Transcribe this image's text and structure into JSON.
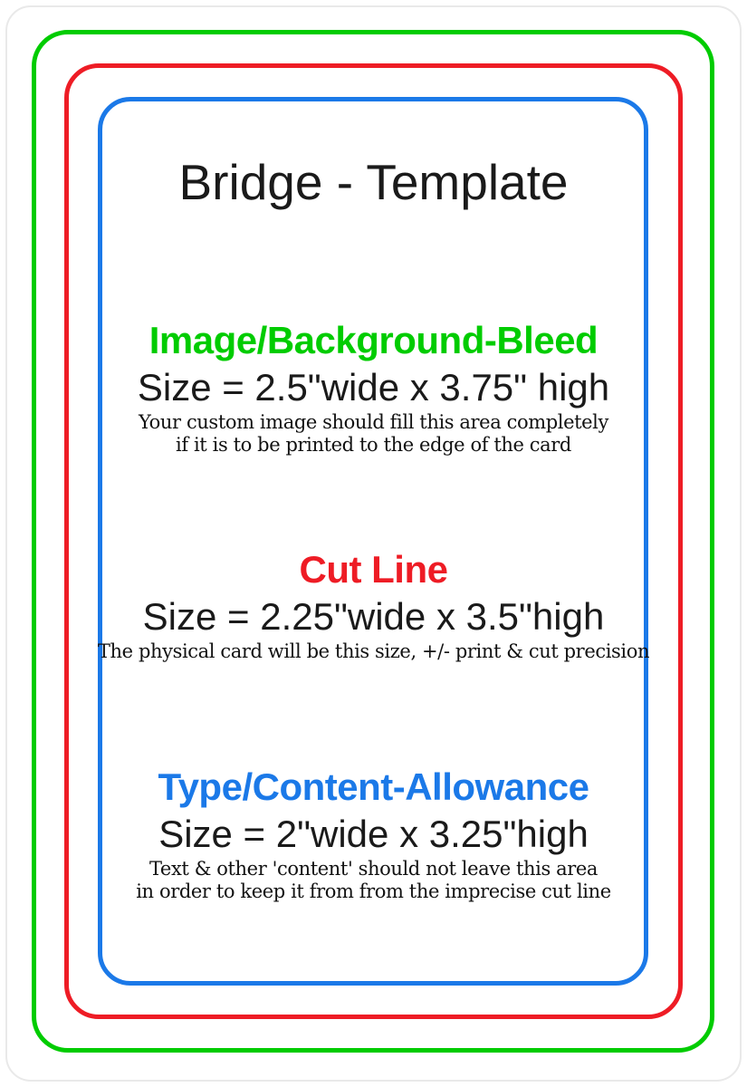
{
  "page": {
    "title": "Bridge - Template"
  },
  "colors": {
    "green": "#00cc00",
    "red": "#ee1c25",
    "blue": "#1b79e8",
    "text": "#1a1a1a",
    "outer_frame": "#e9e9e9"
  },
  "sections": {
    "bleed": {
      "heading": "Image/Background-Bleed",
      "size_line": "Size = 2.5\"wide x 3.75\" high",
      "desc_line1": "Your custom image should fill this area completely",
      "desc_line2": "if it is to be printed to the edge of the card"
    },
    "cut": {
      "heading": "Cut Line",
      "size_line": "Size = 2.25\"wide x 3.5\"high",
      "desc_line1": "The physical card will be this size, +/- print & cut precision"
    },
    "content": {
      "heading": "Type/Content-Allowance",
      "size_line": "Size = 2\"wide x 3.25\"high",
      "desc_line1": "Text & other 'content' should not leave this area",
      "desc_line2": "in order to keep it from from the imprecise cut line"
    }
  }
}
